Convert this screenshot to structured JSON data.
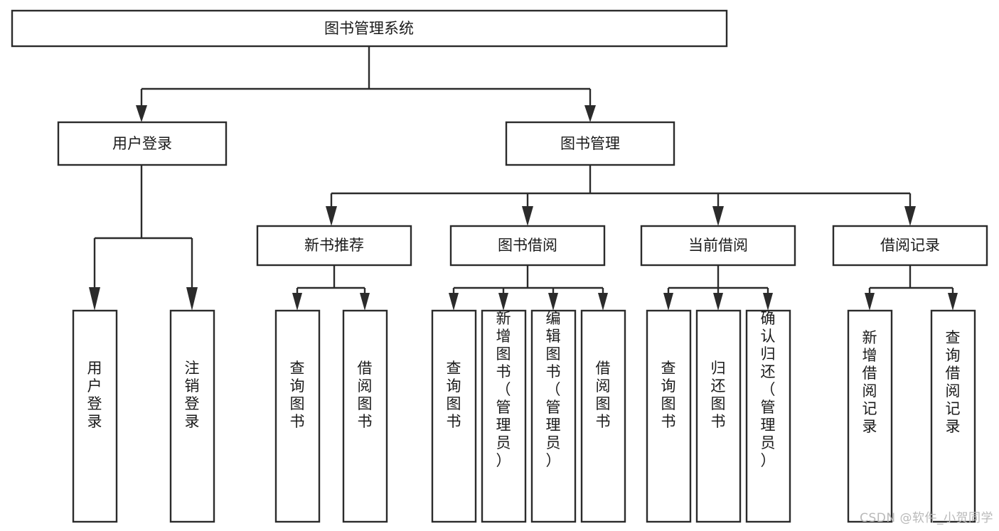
{
  "diagram": {
    "type": "tree-hierarchy",
    "title": "图书管理系统",
    "watermark": "CSDN @软件_小贺同学",
    "colors": {
      "background": "#ffffff",
      "stroke": "#2b2b2b",
      "box_fill": "#ffffff",
      "text": "#1a1a1a",
      "watermark": "#b9b9b9"
    },
    "levels": {
      "root": "图书管理系统",
      "level2": [
        "用户登录",
        "图书管理"
      ],
      "level3": [
        "新书推荐",
        "图书借阅",
        "当前借阅",
        "借阅记录"
      ],
      "level4_count": 13
    },
    "nodes": {
      "root": {
        "label": "图书管理系统",
        "orientation": "horizontal"
      },
      "user_login": {
        "label": "用户登录",
        "orientation": "horizontal"
      },
      "book_manage": {
        "label": "图书管理",
        "orientation": "horizontal"
      },
      "new_book_rec": {
        "label": "新书推荐",
        "orientation": "horizontal"
      },
      "book_borrow": {
        "label": "图书借阅",
        "orientation": "horizontal"
      },
      "current_borrow": {
        "label": "当前借阅",
        "orientation": "horizontal"
      },
      "borrow_record": {
        "label": "借阅记录",
        "orientation": "horizontal"
      },
      "leaf_user_login": {
        "label": "用户登录",
        "orientation": "vertical"
      },
      "leaf_logout": {
        "label": "注销登录",
        "orientation": "vertical"
      },
      "leaf_query_book_rec": {
        "label": "查询图书",
        "orientation": "vertical"
      },
      "leaf_borrow_book_rec": {
        "label": "借阅图书",
        "orientation": "vertical"
      },
      "leaf_query_book_borrow": {
        "label": "查询图书",
        "orientation": "vertical"
      },
      "leaf_add_book": {
        "label": "新增图书（管理员）",
        "orientation": "vertical"
      },
      "leaf_edit_book": {
        "label": "编辑图书（管理员）",
        "orientation": "vertical"
      },
      "leaf_borrow_book": {
        "label": "借阅图书",
        "orientation": "vertical"
      },
      "leaf_query_book_cur": {
        "label": "查询图书",
        "orientation": "vertical"
      },
      "leaf_return_book": {
        "label": "归还图书",
        "orientation": "vertical"
      },
      "leaf_confirm_return": {
        "label": "确认归还（管理员）",
        "orientation": "vertical"
      },
      "leaf_add_record": {
        "label": "新增借阅记录",
        "orientation": "vertical"
      },
      "leaf_query_record": {
        "label": "查询借阅记录",
        "orientation": "vertical"
      }
    },
    "edges": [
      {
        "from": "root",
        "to": "user_login"
      },
      {
        "from": "root",
        "to": "book_manage"
      },
      {
        "from": "user_login",
        "to": "leaf_user_login"
      },
      {
        "from": "user_login",
        "to": "leaf_logout"
      },
      {
        "from": "book_manage",
        "to": "new_book_rec"
      },
      {
        "from": "book_manage",
        "to": "book_borrow"
      },
      {
        "from": "book_manage",
        "to": "current_borrow"
      },
      {
        "from": "book_manage",
        "to": "borrow_record"
      },
      {
        "from": "new_book_rec",
        "to": "leaf_query_book_rec"
      },
      {
        "from": "new_book_rec",
        "to": "leaf_borrow_book_rec"
      },
      {
        "from": "book_borrow",
        "to": "leaf_query_book_borrow"
      },
      {
        "from": "book_borrow",
        "to": "leaf_add_book"
      },
      {
        "from": "book_borrow",
        "to": "leaf_edit_book"
      },
      {
        "from": "book_borrow",
        "to": "leaf_borrow_book"
      },
      {
        "from": "current_borrow",
        "to": "leaf_query_book_cur"
      },
      {
        "from": "current_borrow",
        "to": "leaf_return_book"
      },
      {
        "from": "current_borrow",
        "to": "leaf_confirm_return"
      },
      {
        "from": "borrow_record",
        "to": "leaf_add_record"
      },
      {
        "from": "borrow_record",
        "to": "leaf_query_record"
      }
    ]
  }
}
